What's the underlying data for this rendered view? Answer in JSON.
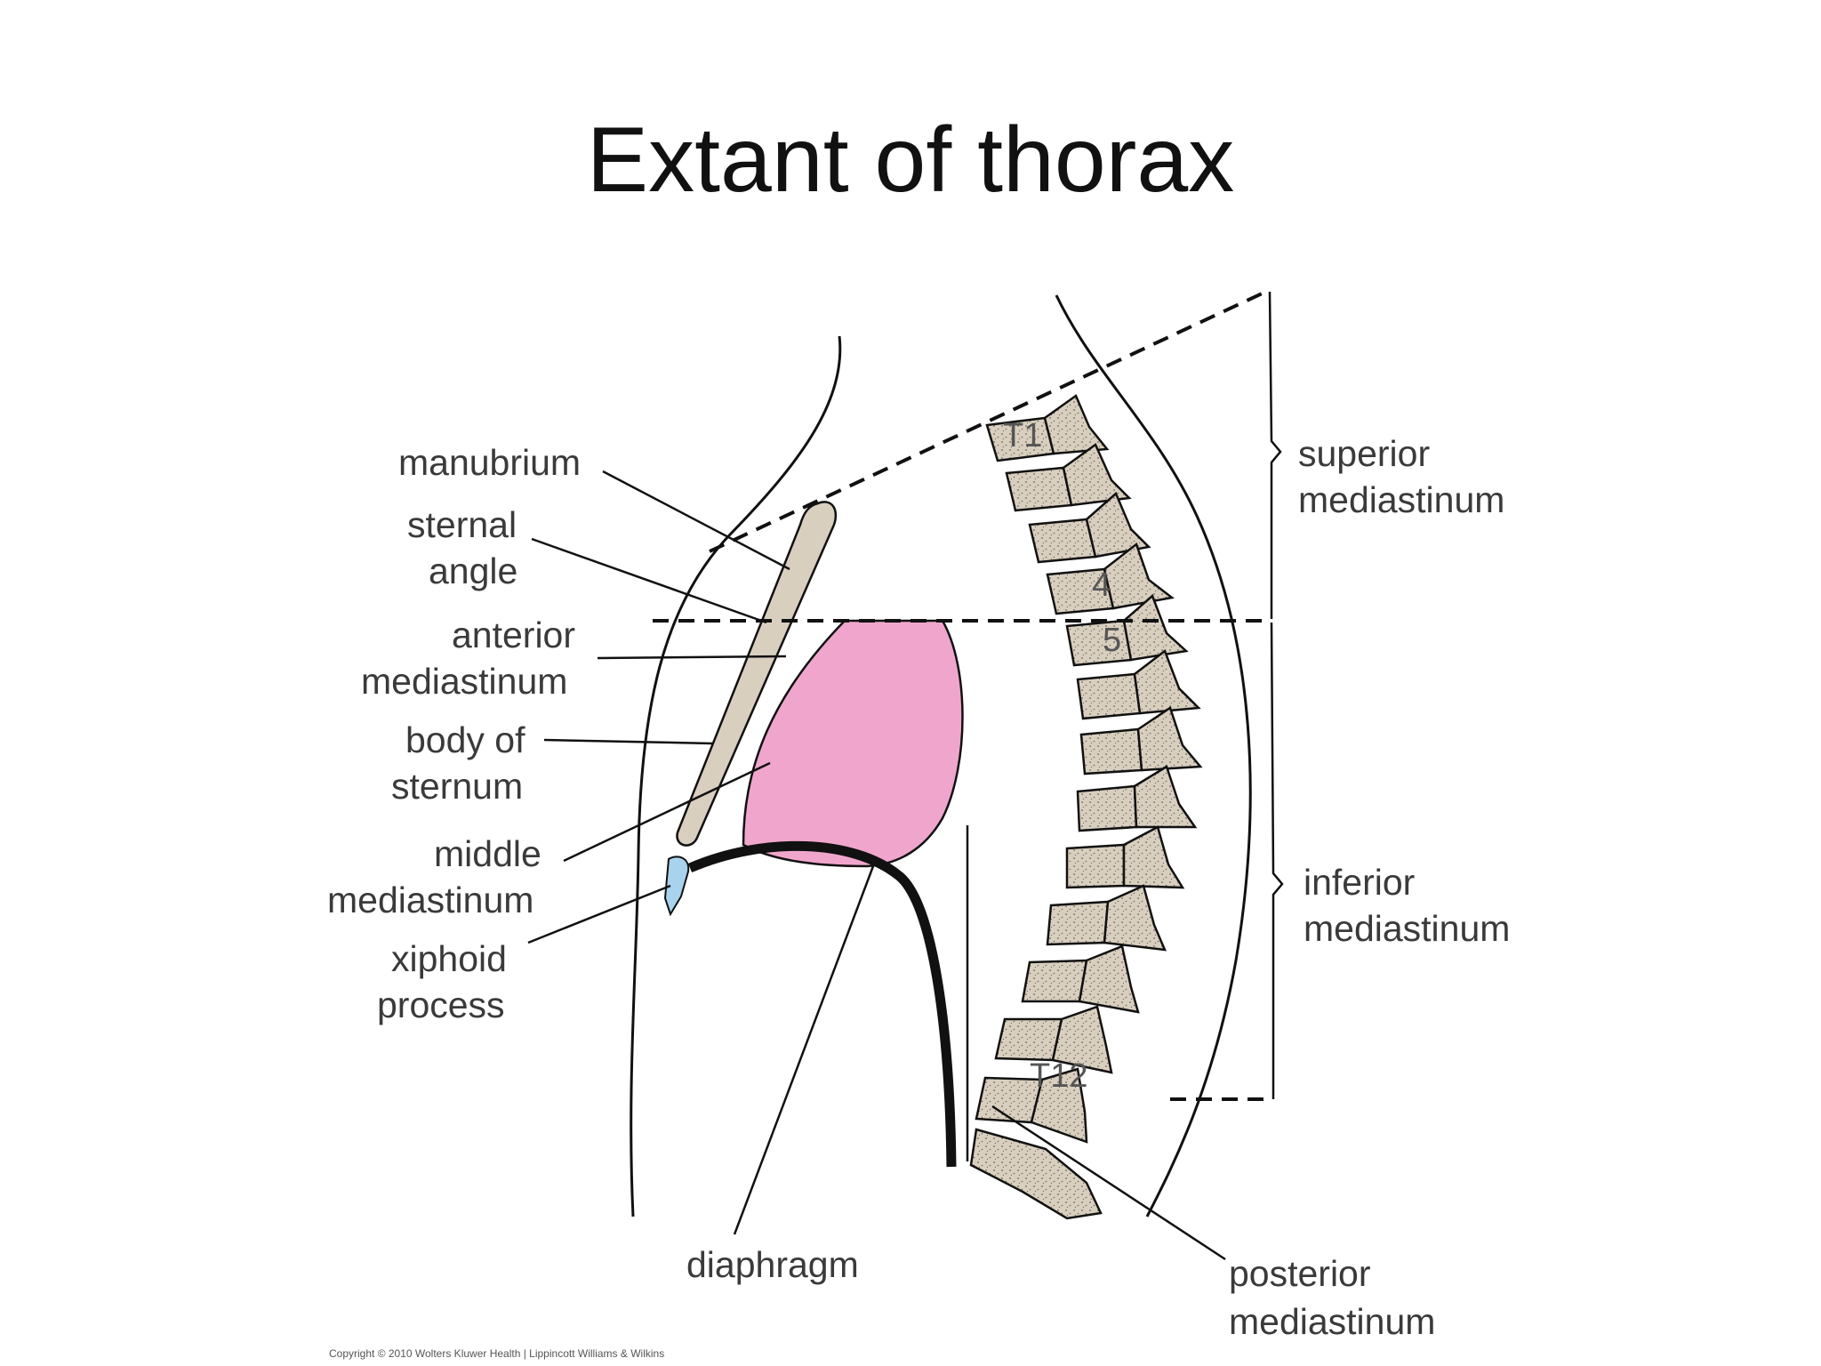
{
  "title": "Extant of thorax",
  "labels": {
    "manubrium": "manubrium",
    "sternal_angle": [
      "sternal",
      "angle"
    ],
    "anterior_mediastinum": [
      "anterior",
      "mediastinum"
    ],
    "body_of_sternum": [
      "body of",
      "sternum"
    ],
    "middle_mediastinum": [
      "middle",
      "mediastinum"
    ],
    "xiphoid_process": [
      "xiphoid",
      "process"
    ],
    "diaphragm": "diaphragm",
    "superior_mediastinum": [
      "superior",
      "mediastinum"
    ],
    "inferior_mediastinum": [
      "inferior",
      "mediastinum"
    ],
    "posterior_mediastinum": [
      "posterior",
      "mediastinum"
    ]
  },
  "vertebra_labels": [
    "T1",
    "4",
    "5",
    "T12"
  ],
  "copyright": "Copyright © 2010 Wolters Kluwer Health | Lippincott Williams & Wilkins",
  "colors": {
    "bone": "#d8cfbf",
    "middle_mediastinum_fill": "#f0a6cc",
    "xiphoid_fill": "#a9d3ec",
    "outline": "#111111"
  }
}
